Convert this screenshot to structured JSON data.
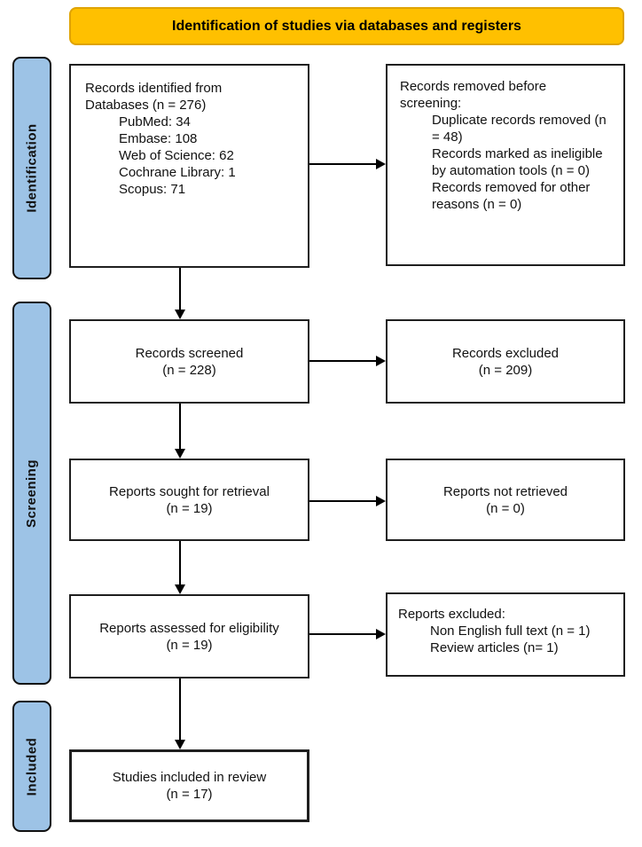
{
  "banner": {
    "title": "Identification of studies via databases and registers"
  },
  "stages": {
    "identification": "Identification",
    "screening": "Screening",
    "included": "Included"
  },
  "boxes": {
    "identified": {
      "line1": "Records identified from",
      "line2": "Databases (n = 276)",
      "items": [
        "PubMed: 34",
        "Embase: 108",
        "Web of Science: 62",
        "Cochrane Library: 1",
        "Scopus: 71"
      ]
    },
    "removed": {
      "line1": "Records removed before",
      "line2": "screening:",
      "items": [
        "Duplicate records removed (n = 48)",
        "Records marked as ineligible by automation tools (n = 0)",
        "Records removed for other reasons (n = 0)"
      ]
    },
    "screened": {
      "line1": "Records screened",
      "line2": "(n = 228)"
    },
    "excluded": {
      "line1": "Records excluded",
      "line2": "(n = 209)"
    },
    "sought": {
      "line1": "Reports sought for retrieval",
      "line2": "(n = 19)"
    },
    "not_retrieved": {
      "line1": "Reports not retrieved",
      "line2": "(n = 0)"
    },
    "assessed": {
      "line1": "Reports assessed for eligibility",
      "line2": "(n = 19)"
    },
    "reports_excluded": {
      "line1": "Reports excluded:",
      "items": [
        "Non English full text (n = 1)",
        "Review articles (n= 1)"
      ]
    },
    "included_box": {
      "line1": "Studies included in review",
      "line2": "(n = 17)"
    }
  },
  "colors": {
    "banner_fill": "#FFC000",
    "banner_border": "#DFA300",
    "stage_fill": "#9DC3E6",
    "box_outline": "#1F1F1F",
    "arrow": "#000000"
  }
}
